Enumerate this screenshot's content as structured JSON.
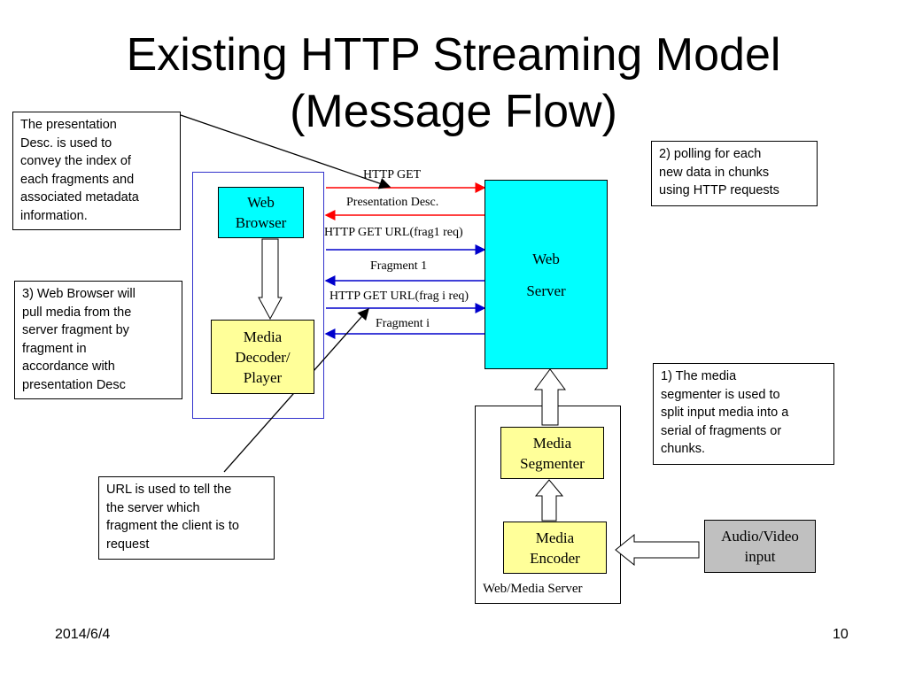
{
  "slide": {
    "title": "Existing HTTP Streaming Model\n(Message Flow)",
    "date": "2014/6/4",
    "page_number": "10"
  },
  "nodes": {
    "web_browser": "Web\nBrowser",
    "media_decoder": "Media\nDecoder/\nPlayer",
    "web_server": "Web\n\nServer",
    "media_segmenter": "Media\nSegmenter",
    "media_encoder": "Media\nEncoder",
    "av_input": "Audio/Video\ninput",
    "web_media_server_label": "Web/Media Server"
  },
  "messages": [
    {
      "label": "HTTP GET",
      "direction": "to-server",
      "color": "#ff0000"
    },
    {
      "label": "Presentation Desc.",
      "direction": "to-client",
      "color": "#ff0000"
    },
    {
      "label": "HTTP GET URL(frag1 req)",
      "direction": "to-server",
      "color": "#0000cc"
    },
    {
      "label": "Fragment 1",
      "direction": "to-client",
      "color": "#0000cc"
    },
    {
      "label": "HTTP GET URL(frag i req)",
      "direction": "to-server",
      "color": "#0000cc"
    },
    {
      "label": "Fragment i",
      "direction": "to-client",
      "color": "#0000cc"
    }
  ],
  "notes": {
    "presentation_desc": "The presentation\nDesc. is used to\nconvey the index of\neach fragments and\nassociated metadata\ninformation.",
    "polling": "2) polling for each\nnew data in chunks\nusing HTTP requests",
    "browser_pull": "3) Web Browser will\npull media from the\nserver fragment by\nfragment in\naccordance with\npresentation Desc",
    "segmenter": "1) The media\nsegmenter is used to\nsplit input media into a\nserial of fragments or\nchunks.",
    "url_usage": "URL is used to tell the\nthe server which\nfragment the client is to\nrequest"
  },
  "colors": {
    "browser_fill": "#00ffff",
    "server_fill": "#00ffff",
    "media_fill": "#ffff99",
    "input_fill": "#c0c0c0",
    "client_frame": "#3333cc",
    "request_arrow": "#ff0000",
    "fragment_arrow": "#0000cc"
  }
}
